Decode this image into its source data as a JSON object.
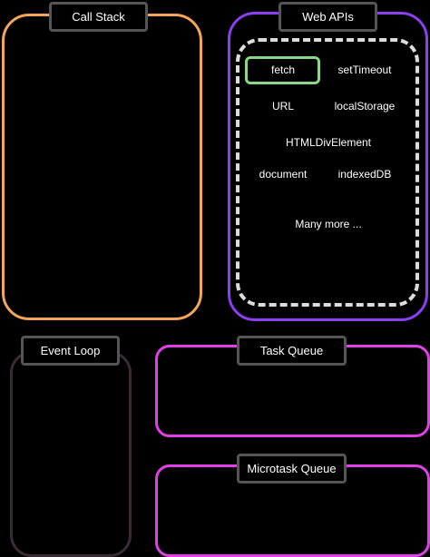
{
  "call_stack": {
    "title": "Call Stack"
  },
  "web_apis": {
    "title": "Web APIs",
    "items": {
      "fetch": "fetch",
      "setTimeout": "setTimeout",
      "url": "URL",
      "localStorage": "localStorage",
      "htmlDivElement": "HTMLDivElement",
      "document": "document",
      "indexedDB": "indexedDB",
      "more": "Many more ..."
    },
    "highlighted": "fetch"
  },
  "event_loop": {
    "title": "Event Loop"
  },
  "task_queue": {
    "title": "Task Queue"
  },
  "microtask_queue": {
    "title": "Microtask Queue"
  },
  "colors": {
    "call_stack_border": "#f5a55a",
    "web_apis_border": "#8a3ff0",
    "dashed_border": "#dcdcdc",
    "highlight_border": "#8ad68a",
    "event_loop_border": "#3a2a33",
    "queue_border": "#e040e8",
    "tab_border": "#555555",
    "background": "#000000"
  }
}
